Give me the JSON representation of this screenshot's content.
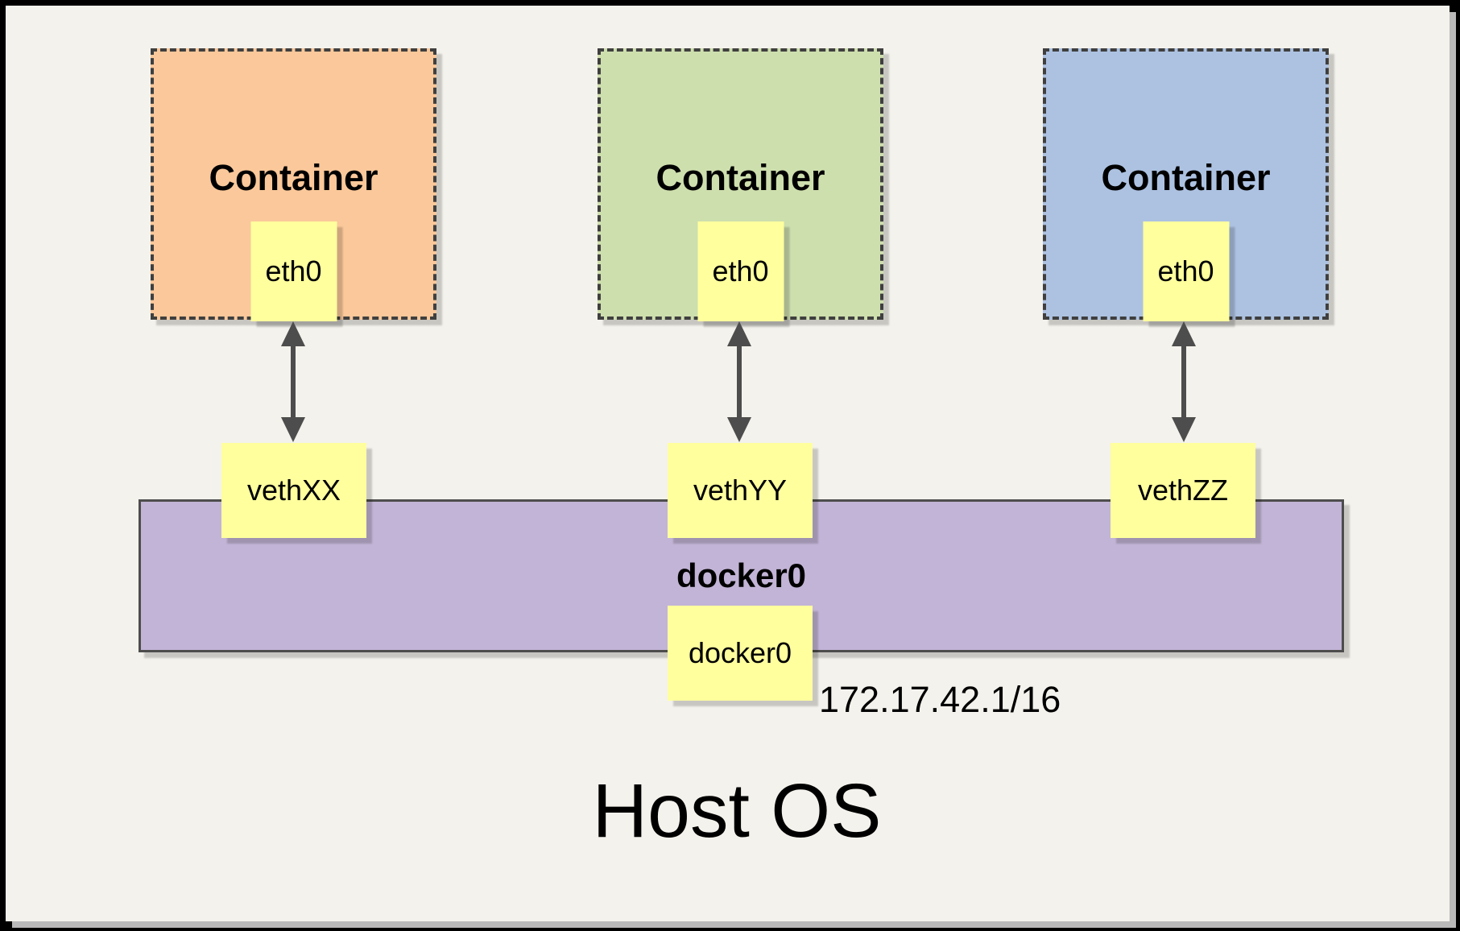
{
  "colors": {
    "page_bg": "#F4F2EC",
    "frame_black": "#000000",
    "page_shadow_gray": "#B9B9B9",
    "note_yellow": "#FFFF9E",
    "bridge_purple": "#C2B4D6",
    "line_gray": "#4D4D4D",
    "dash_gray": "#3F3F3F"
  },
  "host": {
    "label": "Host OS"
  },
  "bridge": {
    "name_label": "docker0",
    "interface_box_label": "docker0",
    "ip": "172.17.42.1/16"
  },
  "containers": [
    {
      "title": "Container",
      "eth_label": "eth0",
      "veth_label": "vethXX",
      "color": "#FAC89A"
    },
    {
      "title": "Container",
      "eth_label": "eth0",
      "veth_label": "vethYY",
      "color": "#CEDFAE"
    },
    {
      "title": "Container",
      "eth_label": "eth0",
      "veth_label": "vethZZ",
      "color": "#ADC2E1"
    }
  ]
}
